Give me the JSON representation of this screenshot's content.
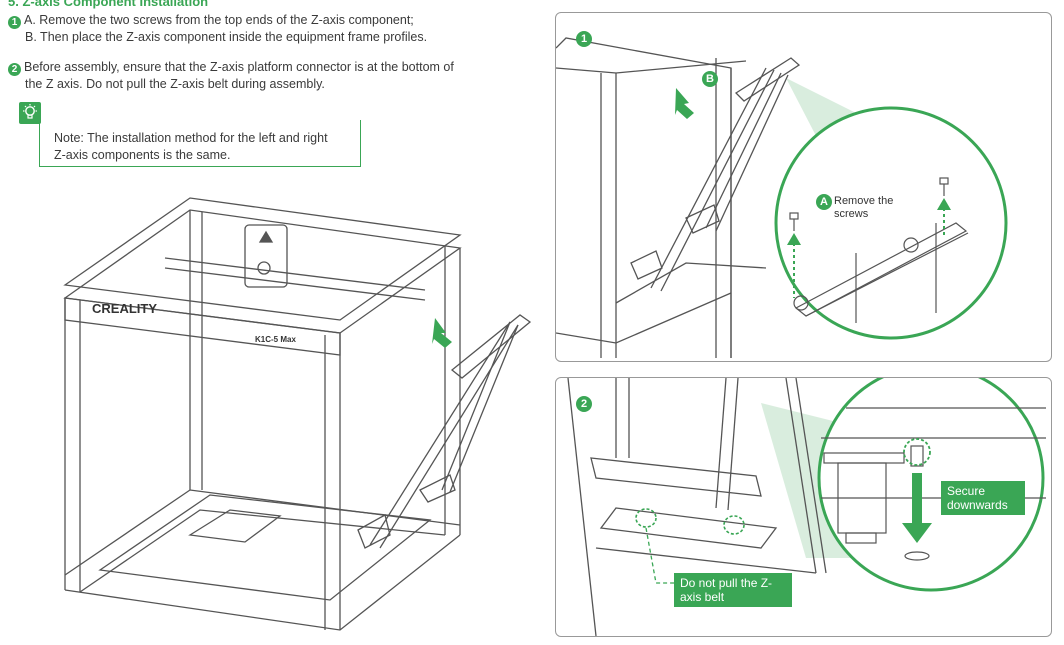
{
  "section_heading": "5. Z-axis Component Installation",
  "steps": [
    {
      "number": "1",
      "lines": [
        "A. Remove the two screws from the top ends of the Z-axis component;",
        "B. Then place the Z-axis component inside the equipment frame profiles."
      ]
    },
    {
      "number": "2",
      "lines": [
        "Before assembly, ensure that the Z-axis platform connector is at the bottom of",
        "the Z axis. Do not pull the Z-axis belt during assembly."
      ]
    }
  ],
  "note": {
    "icon": "lightbulb-icon",
    "lines": [
      "Note: The installation method for the left and right",
      "Z-axis components is the same."
    ]
  },
  "printer": {
    "brand": "CREALITY",
    "model": "K1C-5 Max"
  },
  "panel1": {
    "number": "1",
    "callout_b": "B",
    "callout_a": "A",
    "callout_a_text": "Remove the screws"
  },
  "panel2": {
    "number": "2",
    "secure_text": "Secure downwards",
    "belt_text": "Do not pull the Z-axis belt"
  },
  "colors": {
    "accent": "#3aa655",
    "line": "#555555"
  }
}
